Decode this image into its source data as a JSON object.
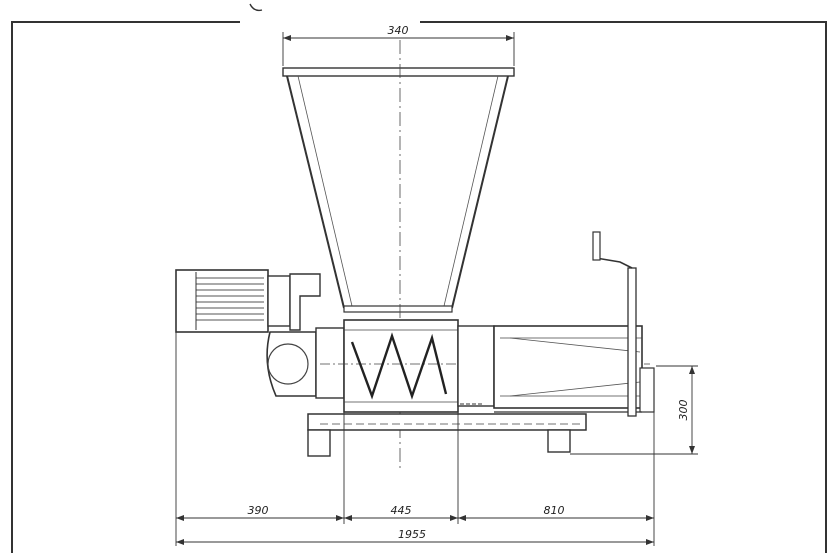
{
  "drawing": {
    "dimensions": {
      "hopper_top_width": "340",
      "motor_section": "390",
      "hopper_base": "445",
      "outlet_section": "810",
      "overall_length": "1955",
      "outlet_height": "300"
    }
  }
}
